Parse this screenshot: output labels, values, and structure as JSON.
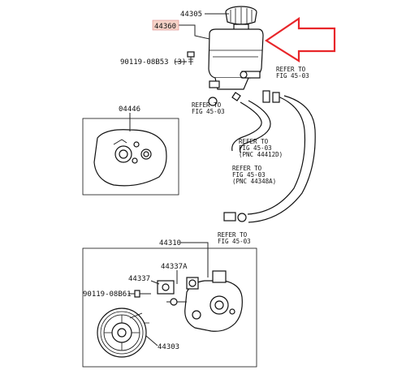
{
  "parts": {
    "cap": "44305",
    "reservoir": "44360",
    "bolt_top": "90119-08B53 (3)",
    "pump_sub": "04446",
    "pump_assy": "44310",
    "bracket": "44337",
    "pulley_part": "44337A",
    "bolt_bottom": "90119-08B61",
    "pulley": "44303"
  },
  "refs": [
    {
      "l1": "REFER TO",
      "l2": "FIG 45-03",
      "l3": ""
    },
    {
      "l1": "REFER TO",
      "l2": "FIG 45-03",
      "l3": ""
    },
    {
      "l1": "REFER TO",
      "l2": "FIG 45-03",
      "l3": "(PNC 44412D)"
    },
    {
      "l1": "REFER TO",
      "l2": "FIG 45-03",
      "l3": "(PNC 44348A)"
    },
    {
      "l1": "REFER TO",
      "l2": "FIG 45-03",
      "l3": ""
    }
  ],
  "colors": {
    "highlight": "#f6d3c8",
    "arrow": "#e8262a",
    "ink": "#111111"
  }
}
